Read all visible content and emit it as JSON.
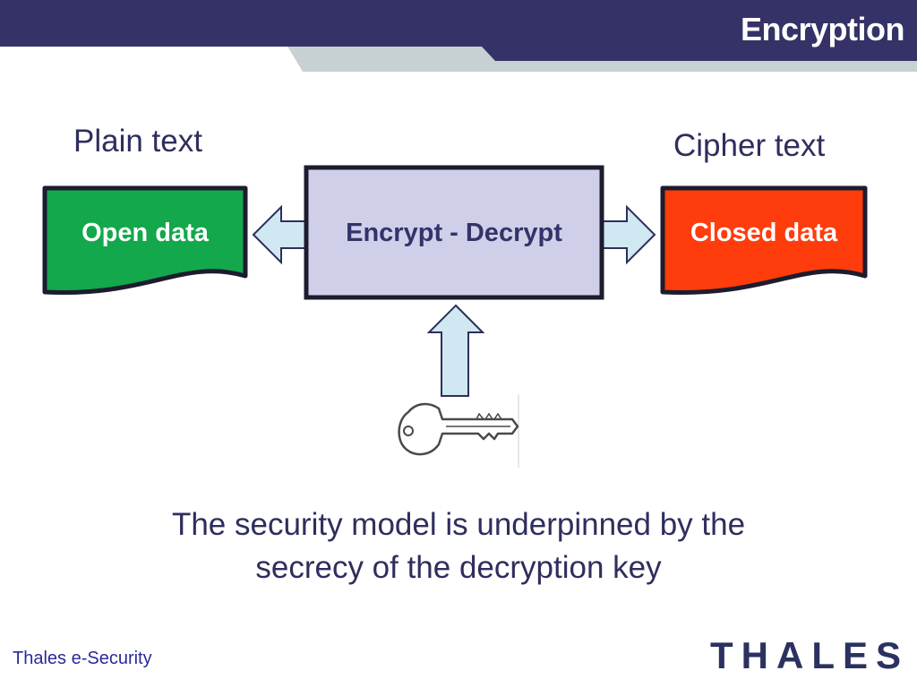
{
  "header": {
    "title": "Encryption"
  },
  "diagram": {
    "plain_label": "Plain text",
    "cipher_label": "Cipher text",
    "open_doc": {
      "text": "Open data",
      "color": "#12a84b"
    },
    "closed_doc": {
      "text": "Closed data",
      "color": "#ff3c0c"
    },
    "process": {
      "text": "Encrypt - Decrypt",
      "color": "#cfcfe9"
    },
    "arrow_color": "#cfe8f2",
    "key_icon": "key-icon"
  },
  "caption": {
    "line1": "The security model is underpinned by the",
    "line2": "secrecy of the decryption key"
  },
  "footer": {
    "company": "Thales e-Security",
    "logo": "THALES"
  },
  "colors": {
    "header_navy": "#343266",
    "header_gray": "#c7d1d3"
  }
}
